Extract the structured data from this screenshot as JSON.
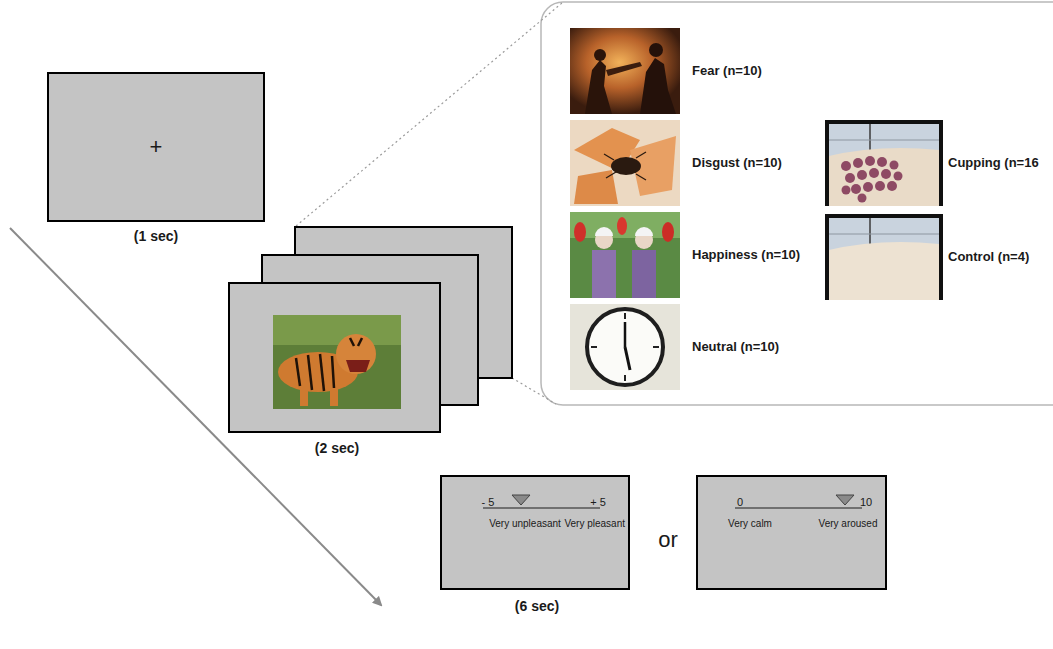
{
  "diagram": {
    "nodes": [
      {
        "text": [
          "+"
        ]
      },
      {
        "text": [
          "- 5",
          "+ 5",
          "Very unpleasant",
          "Very pleasant"
        ]
      },
      {
        "text": [
          "0",
          "10",
          "Very calm",
          "Very aroused"
        ]
      }
    ],
    "labels": [
      "(1 sec)",
      "(2 sec)",
      "Fear (n=10)",
      "Disgust (n=10)",
      "Happiness (n=10)",
      "Neutral (n=10)",
      "Cupping (n=16",
      "Control (n=4)",
      "or",
      "(6 sec)"
    ]
  }
}
